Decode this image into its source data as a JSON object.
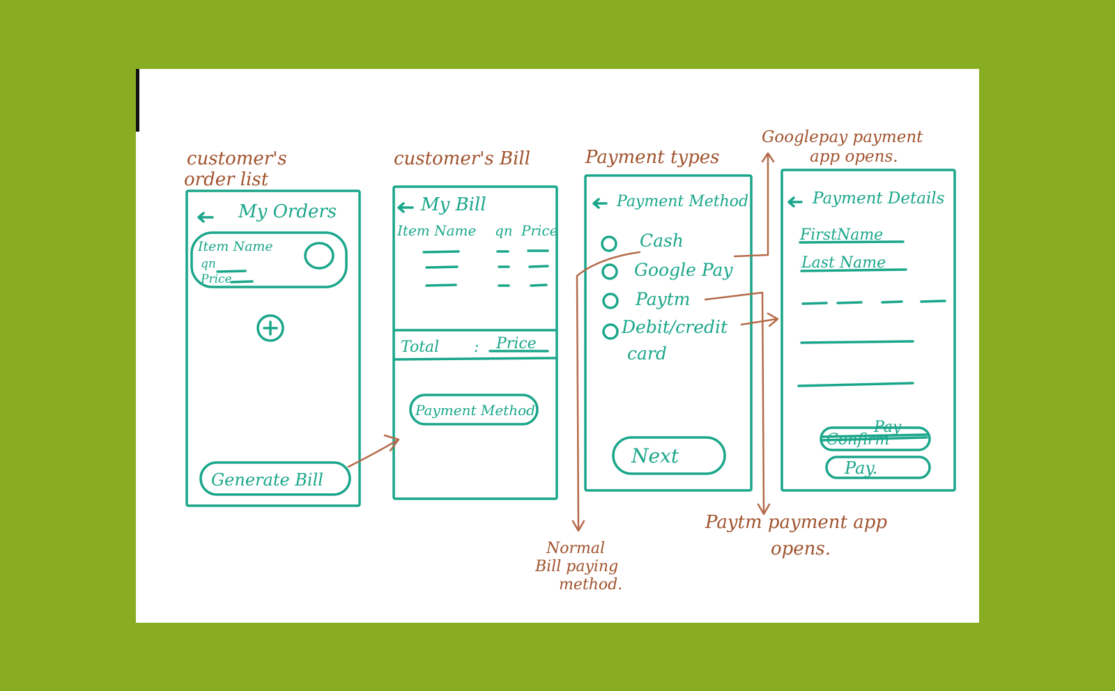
{
  "captions": {
    "orders_line1": "customer's",
    "orders_line2": "order list",
    "bill": "customer's Bill",
    "payment_types": "Payment types",
    "googlepay_line1": "Googlepay payment",
    "googlepay_line2": "app opens.",
    "paytm_line1": "Paytm payment app",
    "paytm_line2": "opens.",
    "normal_line1": "Normal",
    "normal_line2": "Bill paying",
    "normal_line3": "method."
  },
  "screen_orders": {
    "back_icon": "arrow-left-icon",
    "title": "My Orders",
    "item_name": "Item Name",
    "qty": "qn",
    "price": "Price",
    "add_icon": "plus-icon",
    "generate_bill": "Generate Bill"
  },
  "screen_bill": {
    "back_icon": "arrow-left-icon",
    "title": "My Bill",
    "col_item": "Item Name",
    "col_qty": "qn",
    "col_price": "Price",
    "total_label": "Total",
    "total_sep": ":",
    "total_value": "Price",
    "payment_method": "Payment Method"
  },
  "screen_payment": {
    "back_icon": "arrow-left-icon",
    "title": "Payment Method",
    "options": [
      "Cash",
      "Google Pay",
      "Paytm",
      "Debit/credit"
    ],
    "option4_line2": "card",
    "next": "Next"
  },
  "screen_details": {
    "back_icon": "arrow-left-icon",
    "title": "Payment Details",
    "first_name": "FirstName",
    "last_name": "Last Name",
    "confirm_struck": "Confirm",
    "confirm_over": "Pay",
    "pay": "Pay."
  },
  "colors": {
    "background": "#88ad22",
    "paper": "#ffffff",
    "sketch": "#1aa68a",
    "annotation": "#a0522d"
  }
}
